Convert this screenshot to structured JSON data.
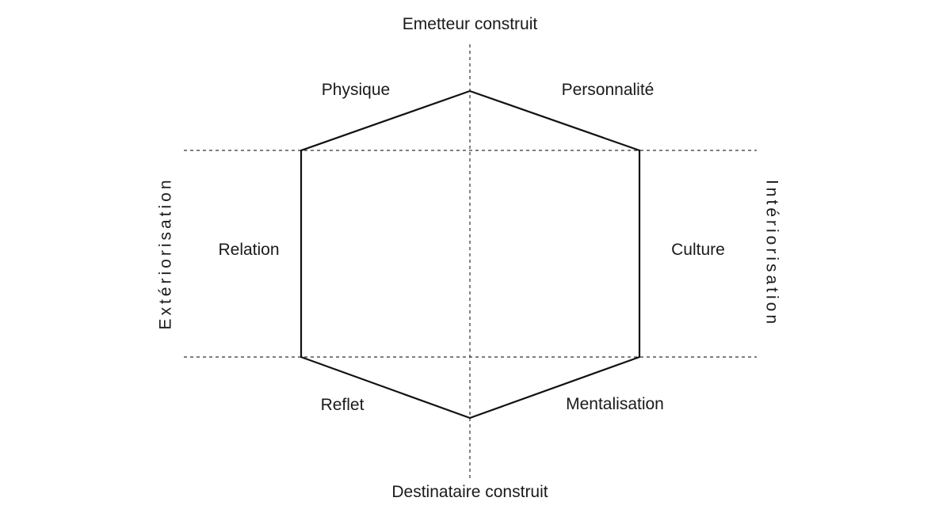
{
  "diagram": {
    "axes": {
      "top": "Emetteur construit",
      "bottom": "Destinataire construit",
      "left": "Extériorisation",
      "right": "Intériorisation"
    },
    "facets": {
      "top_left": "Physique",
      "top_right": "Personnalité",
      "middle_left": "Relation",
      "middle_right": "Culture",
      "bottom_left": "Reflet",
      "bottom_right": "Mentalisation"
    }
  }
}
